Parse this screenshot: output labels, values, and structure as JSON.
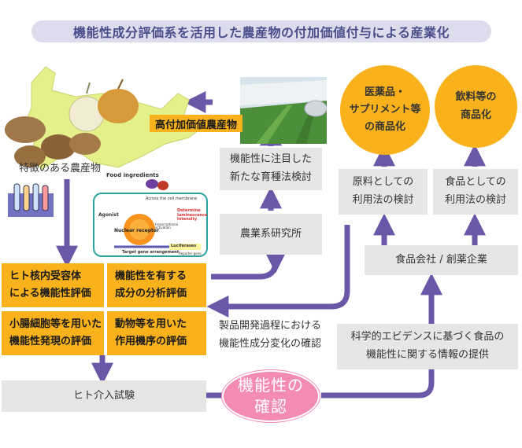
{
  "title": "機能性成分評価系を活用した農産物の付加価値付与による産業化",
  "crops_label": "特徴のある農産物",
  "high_value_label": "高付加価値農産物",
  "breeding_box": [
    "機能性に注目した",
    "新たな育種法検討"
  ],
  "research_institute": "農業系研究所",
  "raw_material_box": [
    "原料としての",
    "利用法の検討"
  ],
  "food_box": [
    "食品としての",
    "利用法の検討"
  ],
  "pharma_circle": [
    "医薬品・",
    "サプリメント等",
    "の商品化"
  ],
  "beverage_circle": [
    "飲料等の",
    "商品化"
  ],
  "food_company": "食品会社 / 創薬企業",
  "eval_boxes": {
    "receptor": [
      "ヒト核内受容体",
      "による機能性評価"
    ],
    "analysis": [
      "機能性を有する",
      "成分の分析評価"
    ],
    "intestine": [
      "小腸細胞等を用いた",
      "機能性発現の評価"
    ],
    "animal": [
      "動物等を用いた",
      "作用機序の評価"
    ]
  },
  "process_text": [
    "製品開発過程における",
    "機能性成分変化の確認"
  ],
  "evidence_box": [
    "科学的エビデンスに基づく食品の",
    "機能性に関する情報の提供"
  ],
  "human_trial": "ヒト介入試験",
  "confirm_circle": [
    "機能性の",
    "確認"
  ],
  "assay_diagram": {
    "food_ingredients": "Food ingredients",
    "membrane": "Across the cell membrane",
    "agonist": "Agonist",
    "nuclear_receptor": "Nuclear receptor",
    "transcription": "transcriptional activation",
    "luminescence": "Determine luminescence Intensity",
    "luciferases": "Luciferases",
    "target_gene": "Target gene arrangement",
    "reporter_gene": "Reporter gene"
  },
  "colors": {
    "arrow": "#6a57a8",
    "orange": "#f9b21b",
    "gray": "#e6e6e6",
    "pink": "#f48bb4",
    "title_bg": "#dcdcec",
    "title_text": "#4a4e8a"
  }
}
